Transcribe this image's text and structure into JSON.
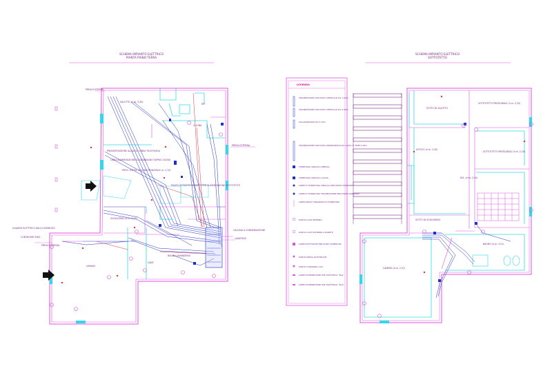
{
  "titles": {
    "left_line1": "SCHEMA IMPIANTO ELETTRICO",
    "left_line2": "PIANTA PIANO TERRA",
    "right_line1": "SCHEMA IMPIANTO ELETTRICO",
    "right_line2": "SOTTOTETTO"
  },
  "ground_floor": {
    "presa_esterna_1": "PRESA ESTERNA",
    "salotto": "SALOTTO (h.m. 2,90)",
    "rip": "RIP.",
    "cucina": "CUCINA",
    "presa_esterna_2": "PRESA ESTERNA",
    "predisposizione": "PREDISPOSIZIONE ALLACCIO LINEA TELEFONICA",
    "linea_alimentazione": "LINEA ALIMENTAZIONE SCALDABAGNO SOPRA CUCINA",
    "proc": "PROC. ESTER. COLONA PRINCIPALE (h. 2,70)",
    "punto_salita": "PUNTO DI SALITA IMPIANTO PER ALIMENTAZIONE SOTTOTETTO",
    "soggiorno": "SOGGIORNO (h.m. 2,75)",
    "quadro": "QUADRO ELETTRICO DALLO INGRESSO",
    "contatore": "CONTATORE ENEL",
    "presa_esterna_3": "PRESA ESTERNA",
    "garage": "GARAGE",
    "bagno_lavanderia": "BAGNO LAVANDERIA",
    "cantina": "CANT.",
    "caldaia": "CALDAIA A CONDENSAZIONE",
    "lavatrice": "LAVATRICE"
  },
  "legend": {
    "header": "LEGENDA",
    "items": [
      "TRASMISSIONE DISCHIUSI VERTICALE DA 1,20m",
      "TRASMISSIONE DISCHIUSI VERTICALE DA 0,40m",
      "SCALDABAGNO DA 0,70m",
      "TRASMISSIONE DISCHIUSI ORIZZONTALE DA 2,20m H. FINE 0,40m",
      "FORNITURA SINGOLA PRESSA",
      "FORNITURA SINGOLA CALDA",
      "LINEE DI FORNITURA SINGOLA PER PUNTI SUPERIORI",
      "LINEE DI FORNITURA TRASMISSIONE PER PUNTI SUPERIORI",
      "LINEE DELLE TUBAZIONI DI FORNITURA",
      "PUNTO LUCE INTERNO",
      "PUNTO LUCE ESTERNO A PARETE",
      "LINEE ELETTRICHE PER PUNTI SUPERIORI",
      "PUNTO PRESA ELETTRICHE",
      "PUNTO COMANDO LUCI",
      "LINEE SCHERMATURE IMP. ELETTRICO \"Bus\"",
      "LINEE SCHERMATURE IMP. ELETTRICO \"Bus\""
    ]
  },
  "attic": {
    "soffitta": "SOTTO DI SALOTTO",
    "sottotetto_1": "SOTTOTETTO PRATICABILE (h.m. 2,20)",
    "ufficio": "UFFICIO (h.m. 2,50)",
    "sottotetto_2": "SOTTOTETTO PRATICABILE (h.m. 2,20)",
    "dis": "DIS. (h.m. 2,40)",
    "sotto_soggiorno": "SOTTO DI SOGGIORNO",
    "bagno": "BAGNO (h.m. 2,51)",
    "camera": "CAMERA (h.m. 2,51)"
  },
  "colors": {
    "wall": "#e050e0",
    "cyan": "#30d8e8",
    "blue": "#2030c0",
    "red": "#e03040",
    "text": "#7a2a8a"
  },
  "icons": [
    "entrance-arrow-icon",
    "window-marker-icon"
  ]
}
